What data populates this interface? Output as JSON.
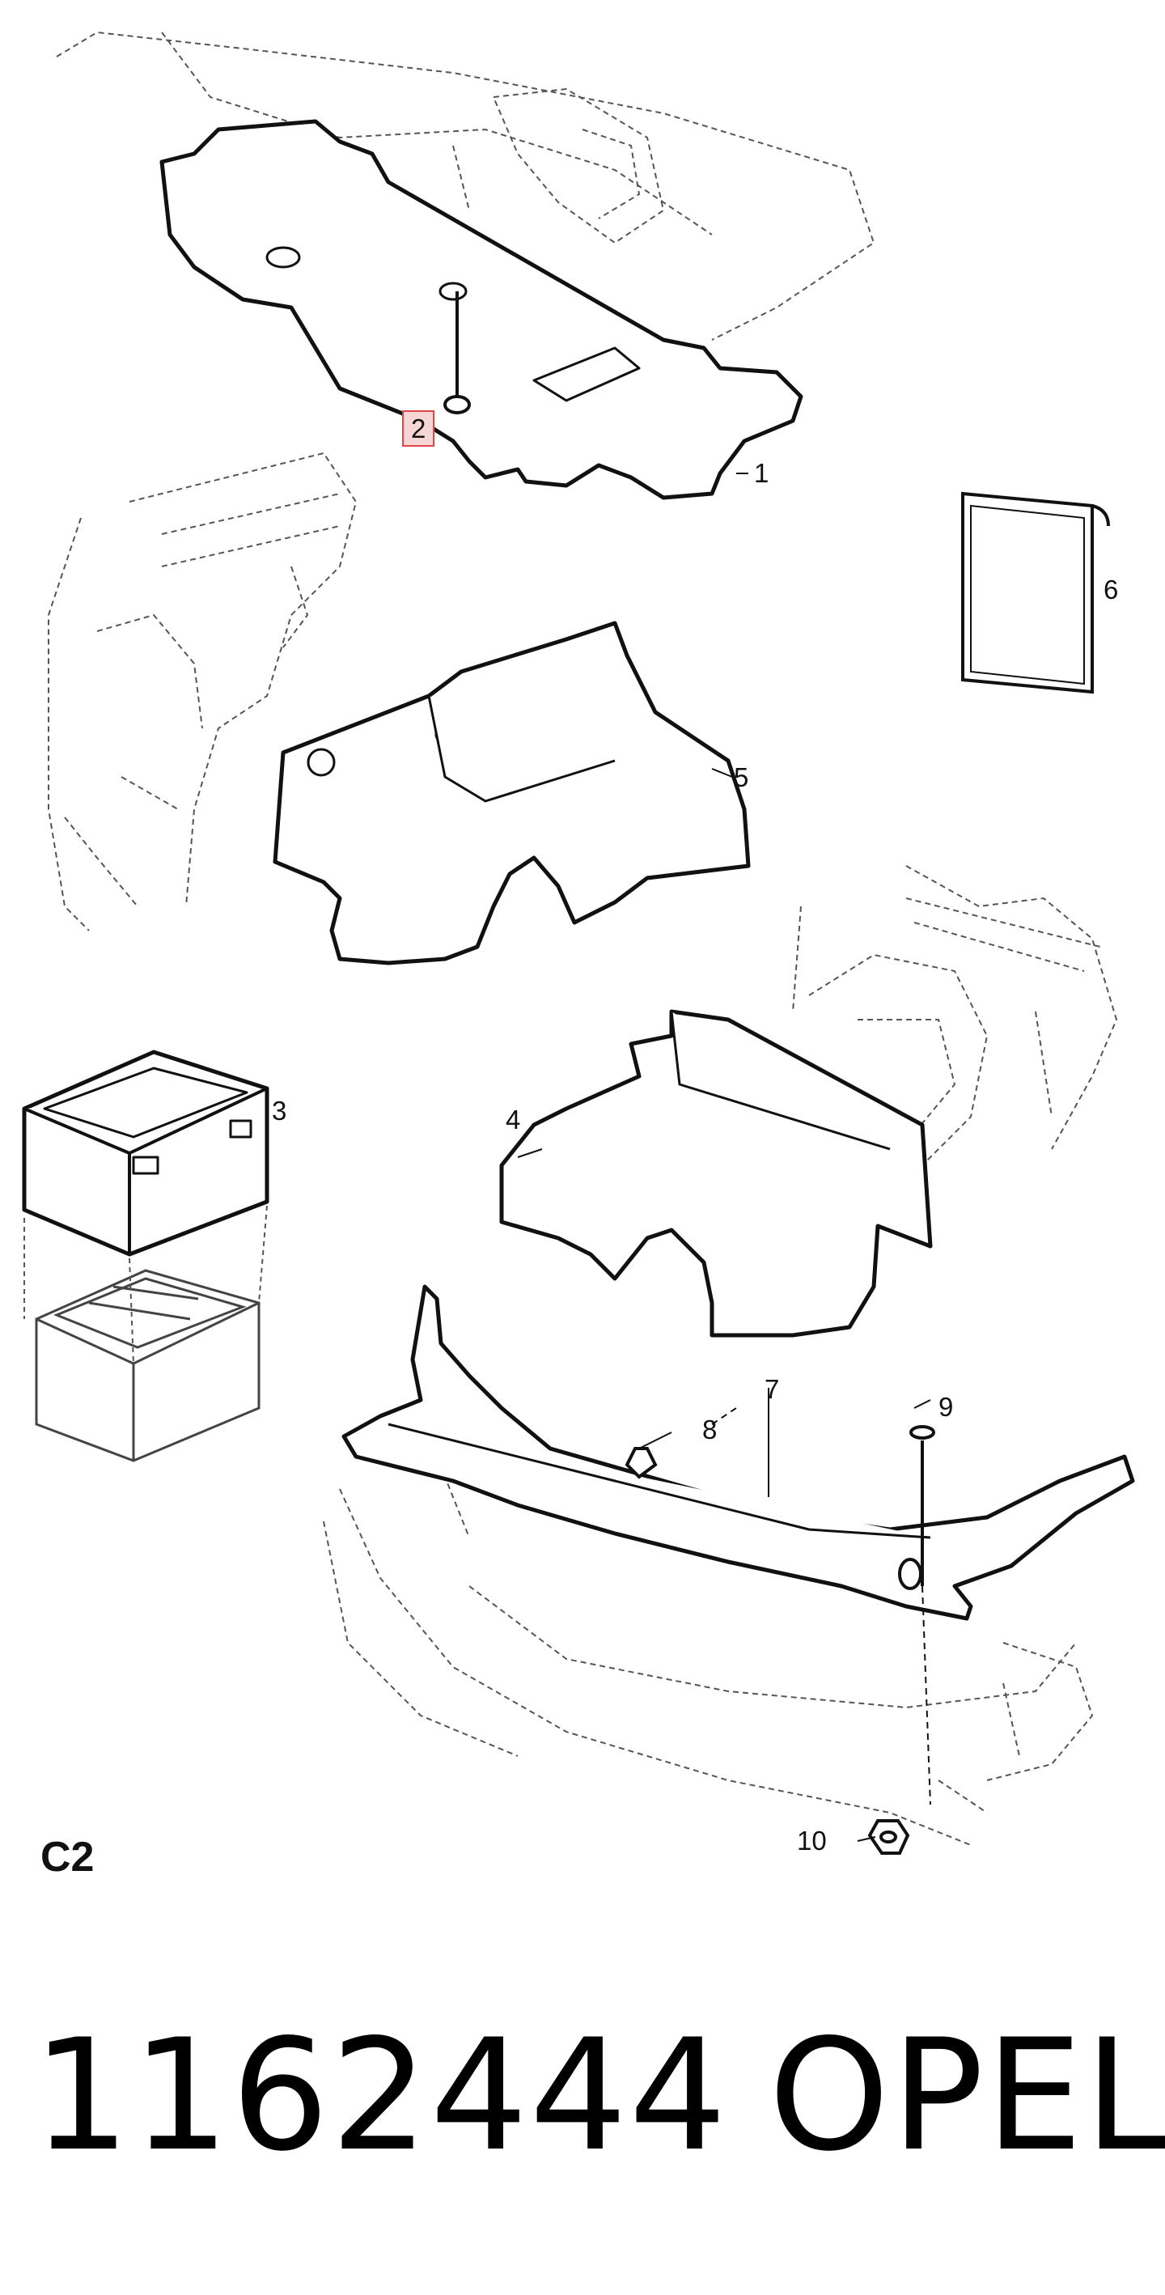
{
  "diagram": {
    "callouts": [
      {
        "id": "1",
        "text": "1",
        "highlighted": false
      },
      {
        "id": "2",
        "text": "2",
        "highlighted": true
      },
      {
        "id": "3",
        "text": "3",
        "highlighted": false
      },
      {
        "id": "4",
        "text": "4",
        "highlighted": false
      },
      {
        "id": "5",
        "text": "5",
        "highlighted": false
      },
      {
        "id": "6",
        "text": "6",
        "highlighted": false
      },
      {
        "id": "7",
        "text": "7",
        "highlighted": false
      },
      {
        "id": "8",
        "text": "8",
        "highlighted": false
      },
      {
        "id": "9",
        "text": "9",
        "highlighted": false
      },
      {
        "id": "10",
        "text": "10",
        "highlighted": false
      }
    ],
    "section_code": "C2",
    "highlight_color": "#e0454a",
    "highlight_fill": "#f7d6d6"
  },
  "footer": {
    "part_number": "1162444",
    "brand": "OPEL"
  }
}
